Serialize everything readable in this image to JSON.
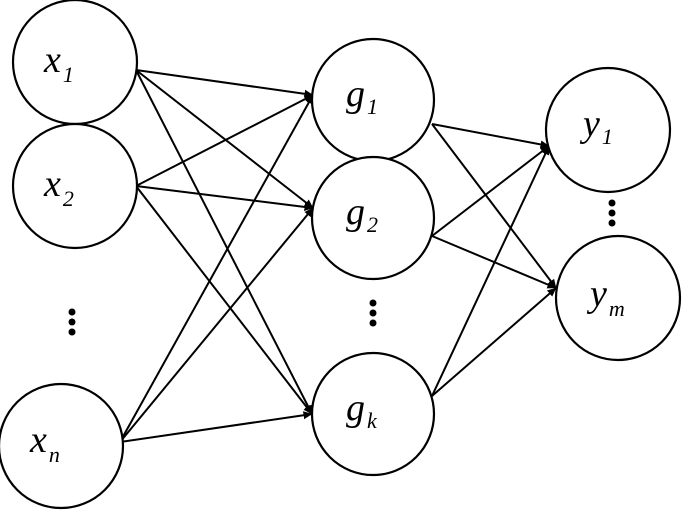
{
  "input_layer": {
    "nodes": [
      {
        "base": "x",
        "sub": "1"
      },
      {
        "base": "x",
        "sub": "2"
      },
      {
        "base": "x",
        "sub": "n"
      }
    ]
  },
  "hidden_layer": {
    "nodes": [
      {
        "base": "g",
        "sub": "1"
      },
      {
        "base": "g",
        "sub": "2"
      },
      {
        "base": "g",
        "sub": "k"
      }
    ]
  },
  "output_layer": {
    "nodes": [
      {
        "base": "y",
        "sub": "1"
      },
      {
        "base": "y",
        "sub": "m"
      }
    ]
  },
  "connectivity": "fully-connected"
}
